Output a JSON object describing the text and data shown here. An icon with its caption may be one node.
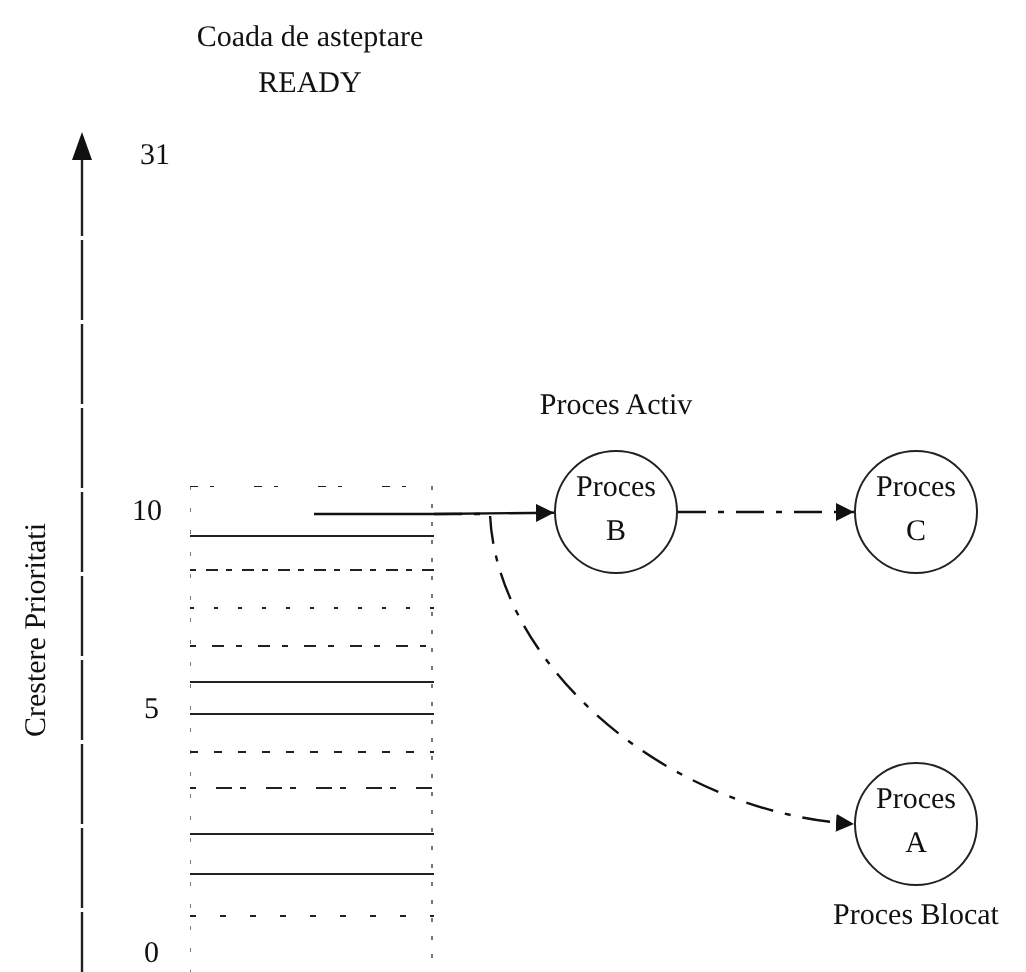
{
  "diagram": {
    "nodes": [
      {
        "text": [],
        "shape": "box"
      },
      {
        "text": [
          "Proces B"
        ],
        "beside": [
          "Proces Activ"
        ]
      },
      {
        "text": [
          "Proces C"
        ]
      },
      {
        "text": [
          "Proces A"
        ],
        "beside": [
          "Proces Blocat"
        ]
      }
    ],
    "edges": [
      {
        "from": 0,
        "to": 1,
        "arrow": "to"
      },
      {
        "from": 1,
        "to": 2,
        "arrow": "to",
        "style": "dashed"
      },
      {
        "from": 0,
        "to": 3,
        "arrow": "to",
        "style": "dashed"
      }
    ],
    "labels": [
      "Coada de asteptare READY",
      "31",
      "10",
      "5",
      "0",
      "Crestere Prioritati"
    ]
  }
}
